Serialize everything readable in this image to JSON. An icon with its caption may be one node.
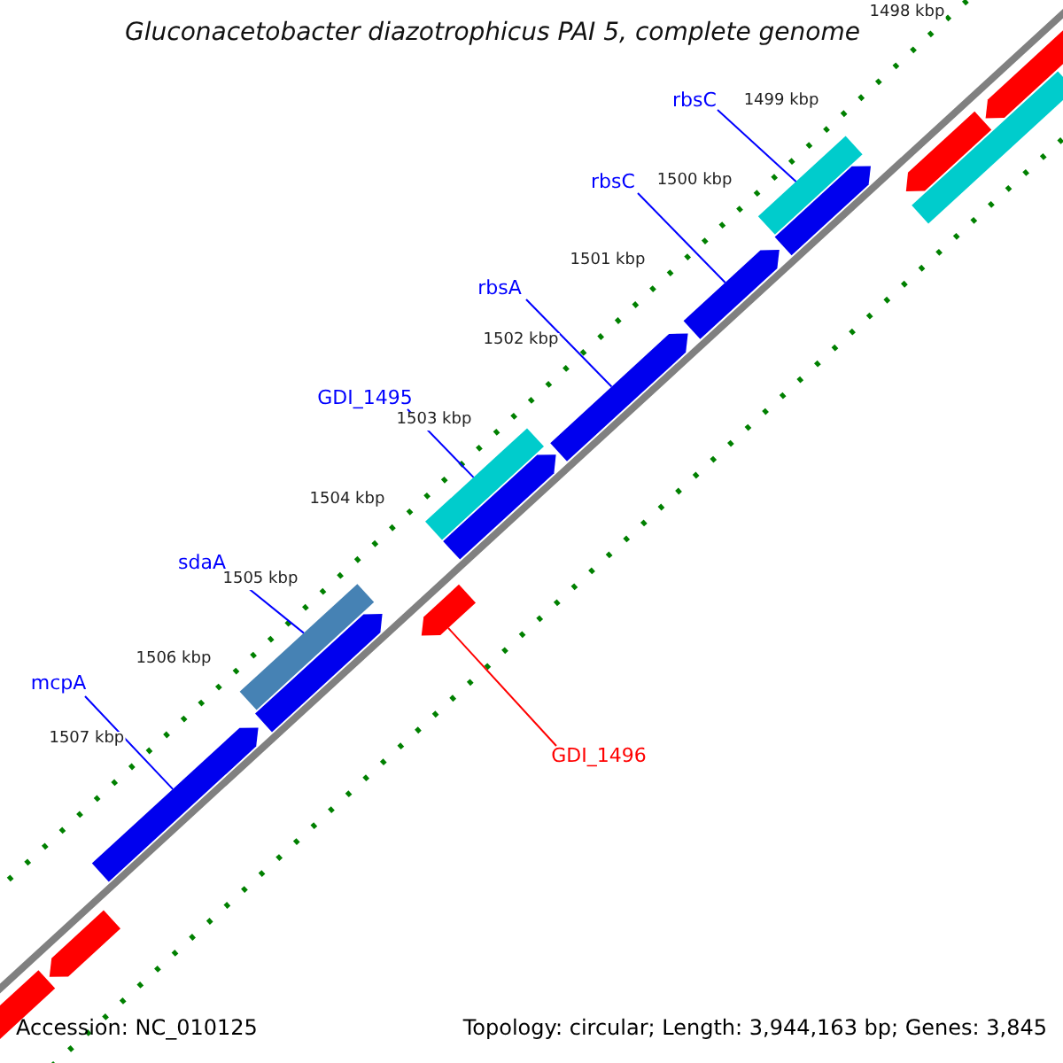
{
  "diagram": {
    "title": "Gluconacetobacter diazotrophicus PAI 5, complete genome",
    "nodes": [
      {
        "text": [
          "rbsC"
        ]
      },
      {
        "text": [
          "rbsC"
        ]
      },
      {
        "text": [
          "rbsA"
        ]
      },
      {
        "text": [
          "GDI_1495"
        ]
      },
      {
        "text": [
          "sdaA"
        ]
      },
      {
        "text": [
          "mcpA"
        ]
      },
      {
        "text": [
          "GDI_1496"
        ]
      },
      {
        "text": [],
        "shape": "arrow"
      },
      {
        "text": [],
        "shape": "arrow"
      },
      {
        "text": [],
        "shape": "arrow"
      },
      {
        "text": [],
        "shape": "arrow"
      },
      {
        "text": [],
        "shape": "arrow"
      },
      {
        "text": [],
        "shape": "arrow"
      },
      {
        "text": [],
        "shape": "bar"
      },
      {
        "text": [],
        "shape": "bar"
      },
      {
        "text": [],
        "shape": "bar"
      },
      {
        "text": [],
        "shape": "arrow"
      },
      {
        "text": [],
        "shape": "arrow"
      },
      {
        "text": [],
        "shape": "arrow"
      },
      {
        "text": [],
        "shape": "arrow"
      },
      {
        "text": [],
        "shape": "arrow"
      },
      {
        "text": [],
        "shape": "bar"
      }
    ],
    "edges": [
      {
        "from": 0,
        "to": 15,
        "arrow": "none"
      },
      {
        "from": 1,
        "to": 11,
        "arrow": "none"
      },
      {
        "from": 2,
        "to": 10,
        "arrow": "none"
      },
      {
        "from": 3,
        "to": 14,
        "arrow": "none"
      },
      {
        "from": 4,
        "to": 13,
        "arrow": "none"
      },
      {
        "from": 5,
        "to": 7,
        "arrow": "none"
      },
      {
        "from": 6,
        "to": 16,
        "arrow": "none",
        "color": "#ff0000"
      }
    ],
    "labels": [
      "1498 kbp",
      "1499 kbp",
      "1500 kbp",
      "1501 kbp",
      "1502 kbp",
      "1503 kbp",
      "1504 kbp",
      "1505 kbp",
      "1506 kbp",
      "1507 kbp",
      "Accession: NC_010125",
      "Topology: circular; Length: 3,944,163 bp; Genes: 3,845"
    ]
  }
}
